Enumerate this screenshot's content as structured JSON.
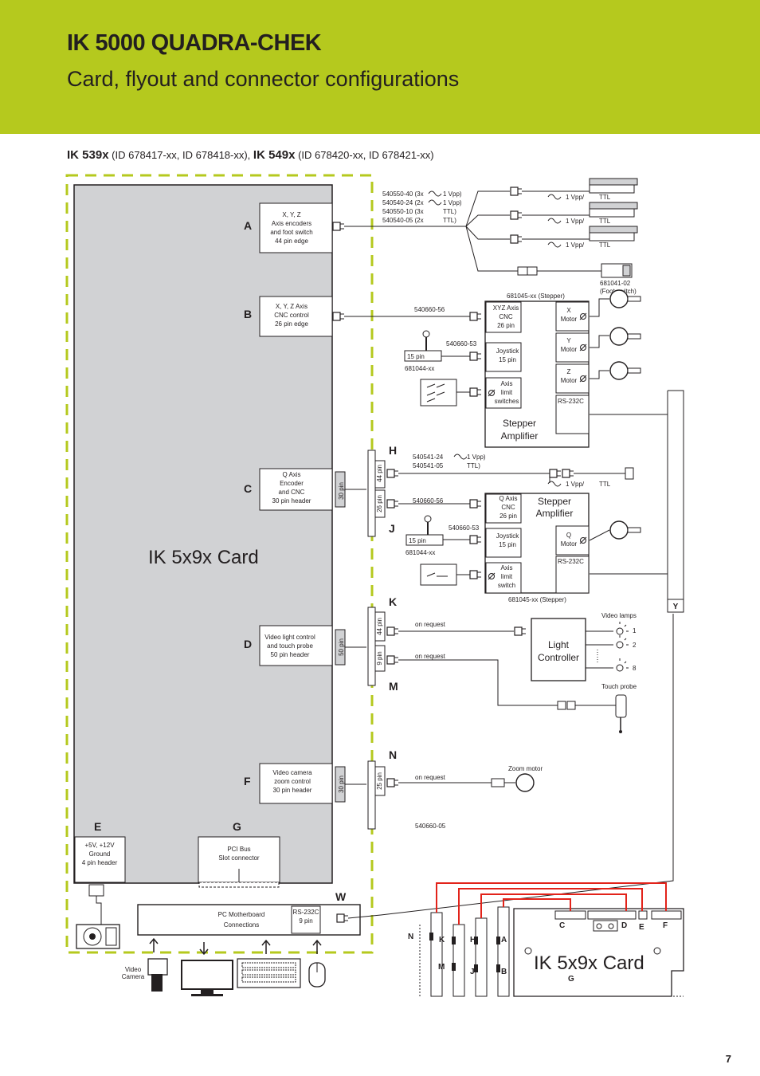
{
  "header": {
    "title": "IK 5000 QUADRA-CHEK",
    "subtitle": "Card, flyout and connector configurations"
  },
  "subheading": {
    "model1": "IK 539x",
    "ids1": " (ID 678417-xx, ID 678418-xx), ",
    "model2": "IK 549x",
    "ids2": " (ID 678420-xx, ID 678421-xx)"
  },
  "pc_label": "PC",
  "card_label": "IK 5x9x Card",
  "blocks": {
    "a": [
      "X, Y, Z",
      "Axis encoders",
      "and foot switch",
      "44 pin edge"
    ],
    "b": [
      "X, Y, Z Axis",
      "CNC control",
      "26 pin edge"
    ],
    "c": [
      "Q Axis",
      "Encoder",
      "and CNC",
      "30 pin header"
    ],
    "d": [
      "Video light control",
      "and touch probe",
      "50 pin header"
    ],
    "f": [
      "Video camera",
      "zoom control",
      "30 pin header"
    ],
    "e": [
      "+5V, +12V",
      "Ground",
      "4 pin header"
    ],
    "g": [
      "PCI Bus",
      "Slot connector"
    ],
    "motherboard": [
      "PC Motherboard",
      "Connections"
    ],
    "rs232": [
      "RS-232C",
      "9 pin"
    ]
  },
  "letters": {
    "a": "A",
    "b": "B",
    "c": "C",
    "d": "D",
    "f": "F",
    "e": "E",
    "g": "G",
    "h": "H",
    "j": "J",
    "k": "K",
    "m": "M",
    "n": "N",
    "w": "W"
  },
  "cables": {
    "enc_lines": [
      "540550-40 (3x",
      "540540-24 (2x",
      "540550-10 (3x",
      "540540-05 (2x"
    ],
    "enc_vals": [
      "1 Vpp)",
      "1 Vpp)",
      "TTL)",
      "TTL)"
    ],
    "sig": "1 Vpp/",
    "ttl": "TTL",
    "foot_switch": [
      "681041-02",
      "(Foot switch)"
    ],
    "stepper_id": "681045-xx  (Stepper)",
    "c56": "540660-56",
    "c53": "540660-53",
    "pin15": "15 pin",
    "joy_id": "681044-xx",
    "q_enc1": "540541-24",
    "q_enc1v": "1 Vpp)",
    "q_enc2": "540541-05",
    "q_enc2v": "TTL)",
    "on_request": "on request",
    "c05": "540660-05"
  },
  "amp1": {
    "xyz": [
      "XYZ Axis",
      "CNC",
      "26 pin"
    ],
    "joy": [
      "Joystick",
      "15 pin"
    ],
    "limit": [
      "Axis",
      "limit",
      "switches"
    ],
    "x": [
      "X",
      "Motor"
    ],
    "y": [
      "Y",
      "Motor"
    ],
    "z": [
      "Z",
      "Motor"
    ],
    "rs": "RS-232C",
    "title": [
      "Stepper",
      "Amplifier"
    ]
  },
  "amp2": {
    "q": [
      "Q Axis",
      "CNC",
      "26 pin"
    ],
    "joy": [
      "Joystick",
      "15 pin"
    ],
    "limit": [
      "Axis",
      "limit",
      "switch"
    ],
    "qm": [
      "Q",
      "Motor"
    ],
    "rs": "RS-232C",
    "title": [
      "Stepper",
      "Amplifier"
    ]
  },
  "pins": {
    "p30a": "30 pin",
    "p44a": "44 pin",
    "p26": "26 pin",
    "p50": "50 pin",
    "p44b": "44 pin",
    "p9": "9 pin",
    "p30b": "30 pin",
    "p25": "25 pin"
  },
  "light": {
    "title": [
      "Light",
      "Controller"
    ],
    "lamps": "Video lamps",
    "nums": [
      "1",
      "2",
      "8"
    ],
    "probe": "Touch probe"
  },
  "zoom_motor": "Zoom motor",
  "video_camera": [
    "Video",
    "Camera"
  ],
  "y_mark": "Y",
  "card_letters": {
    "n": "N",
    "k": "K",
    "m": "M",
    "h": "H",
    "j": "J",
    "a": "A",
    "b": "B",
    "c": "C",
    "d": "D",
    "e": "E",
    "f": "F",
    "g": "G"
  },
  "page_number": "7",
  "colors": {
    "banner": "#b5c91e",
    "card_fill": "#d1d2d4",
    "pc_border": "#b5c91e",
    "wire_red": "#e2231a"
  }
}
